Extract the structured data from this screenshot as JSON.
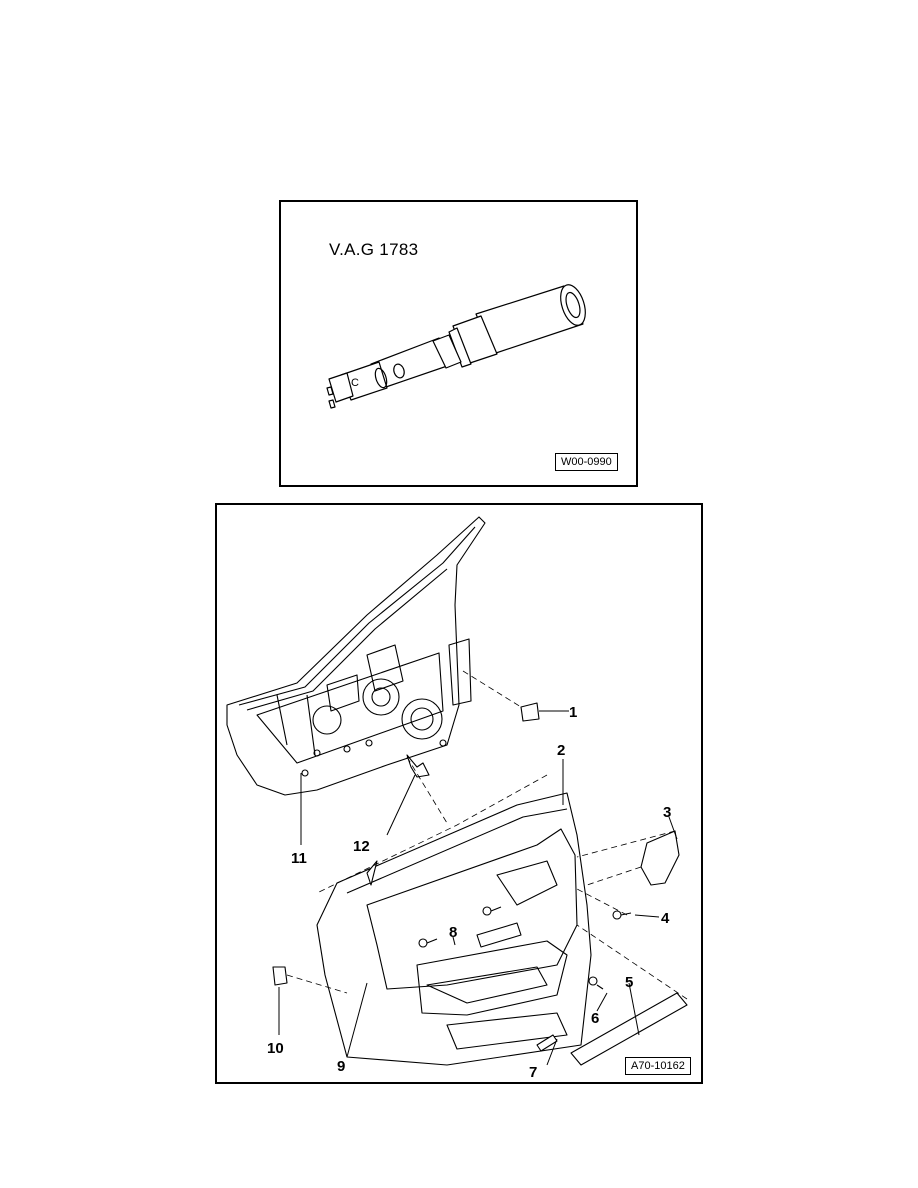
{
  "tool_figure": {
    "tool_name": "V.A.G 1783",
    "figure_ref": "W00-0990",
    "icon": "torque-wrench-icon"
  },
  "door_figure": {
    "figure_ref": "A70-10162",
    "callouts": [
      "1",
      "2",
      "3",
      "4",
      "5",
      "6",
      "7",
      "8",
      "9",
      "10",
      "11",
      "12"
    ]
  }
}
